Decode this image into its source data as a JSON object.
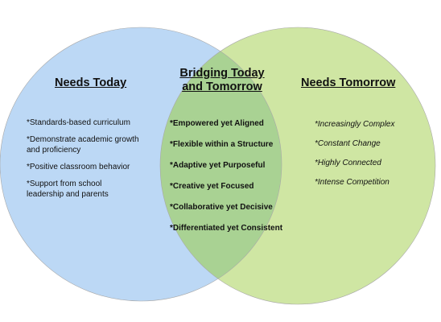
{
  "colors": {
    "left_circle": "#bcd8f5",
    "right_circle": "#cfe6a3",
    "overlap": "#a9d293",
    "outline": "#a8a8a8"
  },
  "left": {
    "heading": "Needs Today",
    "items": [
      "*Standards-based curriculum",
      "*Demonstrate academic growth and proficiency",
      "*Positive classroom behavior",
      "*Support from school leadership and parents"
    ]
  },
  "center": {
    "heading_line1": "Bridging Today",
    "heading_line2": "and Tomorrow",
    "items": [
      "*Empowered yet Aligned",
      "*Flexible within a Structure",
      "*Adaptive yet Purposeful",
      "*Creative yet Focused",
      "*Collaborative yet Decisive",
      "*Differentiated yet Consistent"
    ]
  },
  "right": {
    "heading": "Needs Tomorrow",
    "items": [
      "*Increasingly Complex",
      "*Constant Change",
      "*Highly Connected",
      "*Intense Competition"
    ]
  }
}
